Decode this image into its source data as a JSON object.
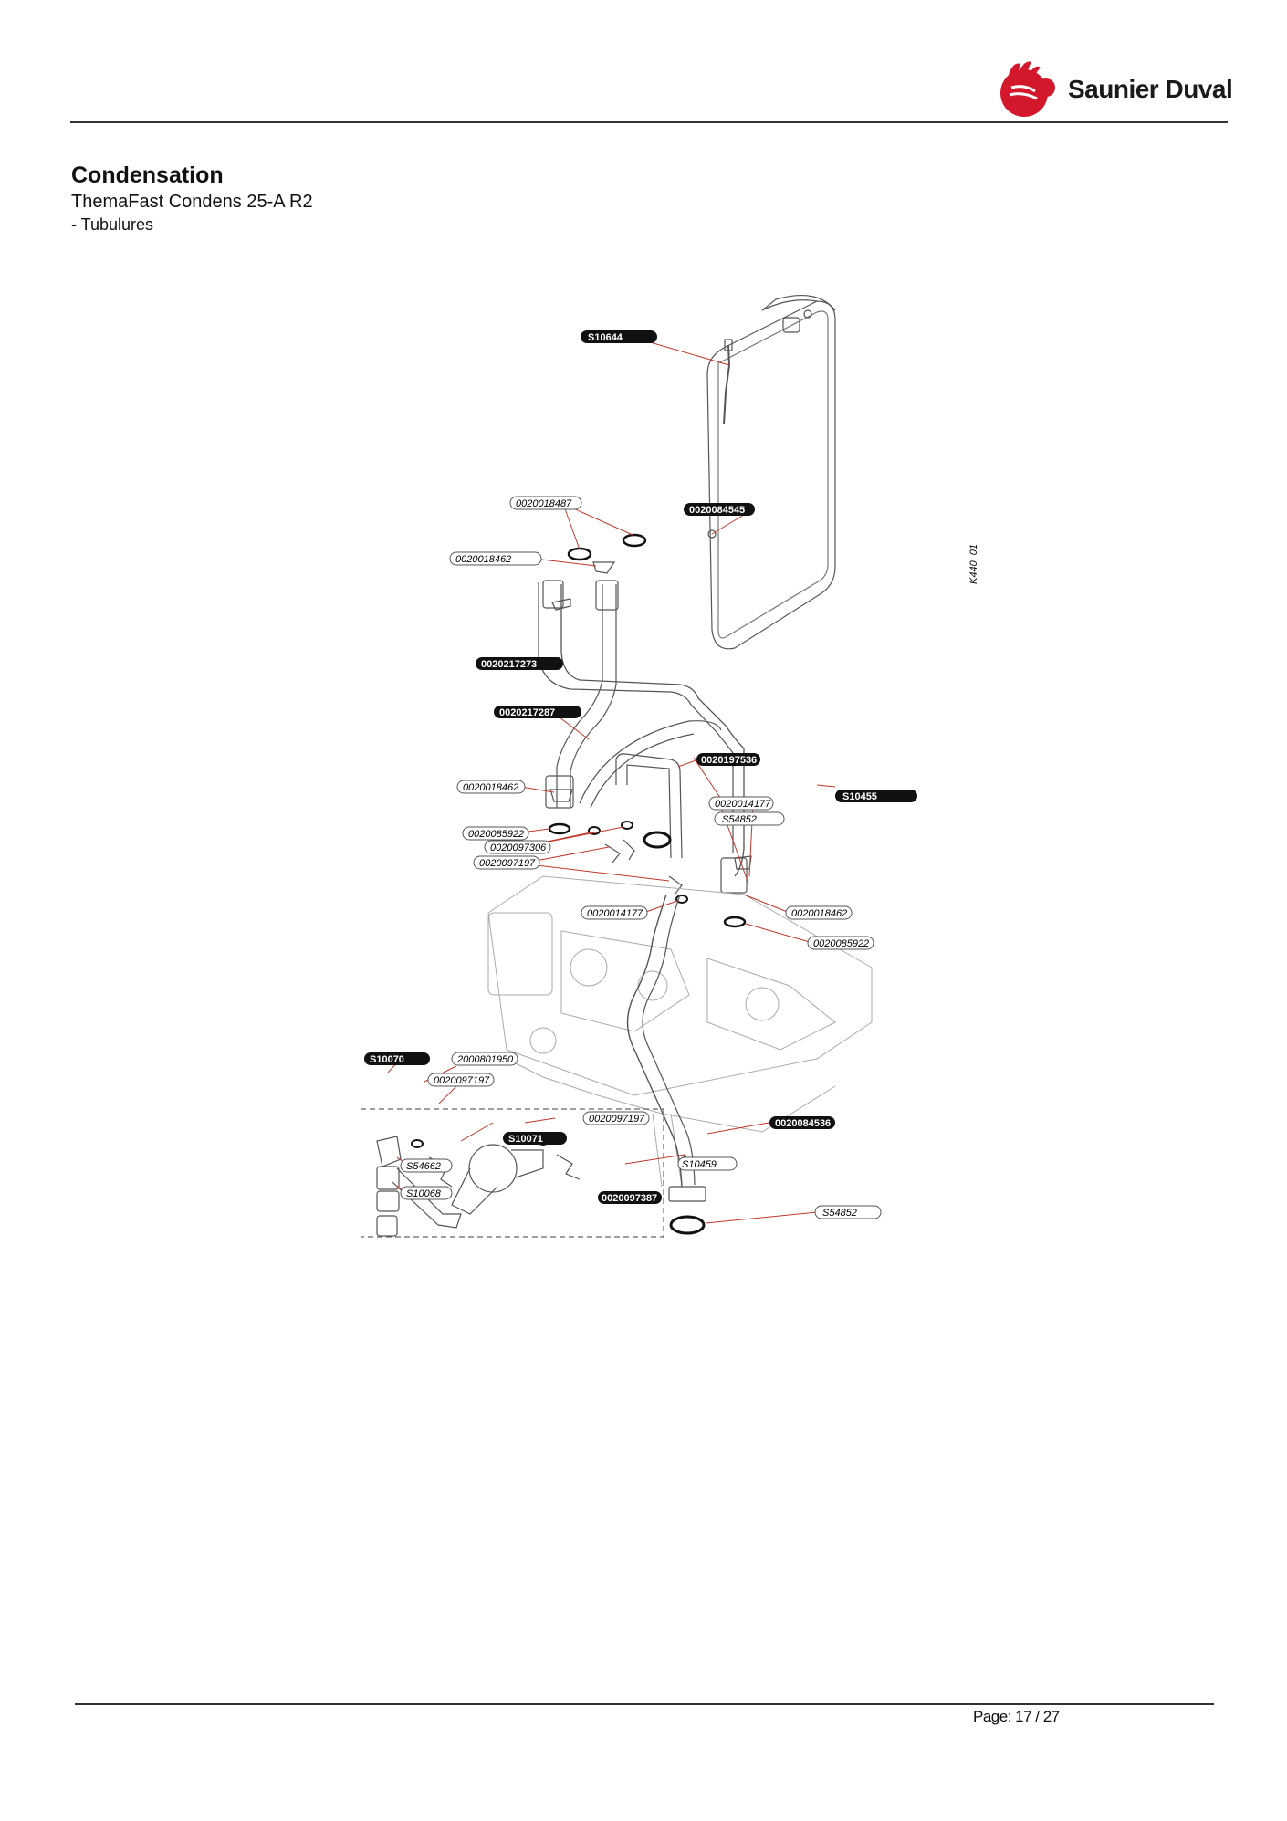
{
  "header": {
    "brand": "Saunier Duval"
  },
  "title": "Condensation",
  "model": "ThemaFast Condens 25-A R2",
  "section": "- Tubulures",
  "diagram": {
    "code": "K440_01",
    "labels": [
      {
        "id": "S10644",
        "style": "filled"
      },
      {
        "id": "0020084545",
        "style": "filled"
      },
      {
        "id": "0020018487",
        "style": "outline"
      },
      {
        "id": "0020018462",
        "style": "outline"
      },
      {
        "id": "0020217273",
        "style": "filled"
      },
      {
        "id": "0020217287",
        "style": "filled"
      },
      {
        "id": "0020197536",
        "style": "filled"
      },
      {
        "id": "0020018462",
        "style": "outline"
      },
      {
        "id": "0020014177",
        "style": "outline"
      },
      {
        "id": "S10455",
        "style": "filled"
      },
      {
        "id": "S54852",
        "style": "outline"
      },
      {
        "id": "0020085922",
        "style": "outline"
      },
      {
        "id": "0020097306",
        "style": "outline"
      },
      {
        "id": "0020097197",
        "style": "outline"
      },
      {
        "id": "0020018462",
        "style": "outline"
      },
      {
        "id": "0020014177",
        "style": "outline"
      },
      {
        "id": "0020085922",
        "style": "outline"
      },
      {
        "id": "S10070",
        "style": "filled"
      },
      {
        "id": "2000801950",
        "style": "outline"
      },
      {
        "id": "0020097197",
        "style": "outline"
      },
      {
        "id": "0020097197",
        "style": "outline"
      },
      {
        "id": "S10071",
        "style": "filled"
      },
      {
        "id": "0020084536",
        "style": "filled"
      },
      {
        "id": "S54662",
        "style": "outline"
      },
      {
        "id": "S10459",
        "style": "outline"
      },
      {
        "id": "S10068",
        "style": "outline"
      },
      {
        "id": "0020097387",
        "style": "filled"
      },
      {
        "id": "S54852",
        "style": "outline"
      }
    ]
  },
  "footer": {
    "page": "Page: 17 / 27"
  }
}
